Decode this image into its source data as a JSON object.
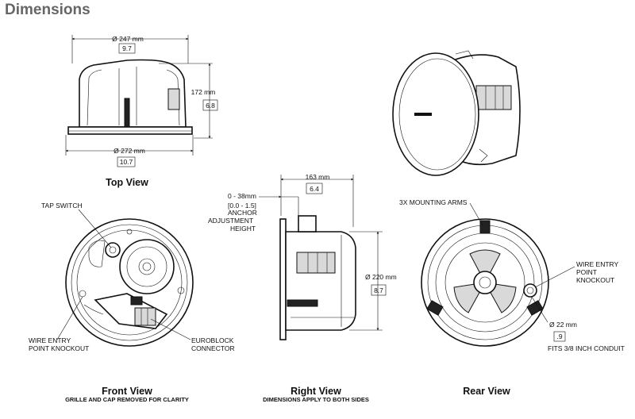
{
  "title": "Dimensions",
  "views": {
    "top": {
      "title": "Top View",
      "dim_top": "Ø 247 mm",
      "dim_top_in": "9.7",
      "dim_height": "172 mm",
      "dim_height_in": "6.8",
      "dim_bottom": "Ø 272 mm",
      "dim_bottom_in": "10.7"
    },
    "front": {
      "title": "Front View",
      "subtitle": "GRILLE AND CAP REMOVED FOR CLARITY",
      "label_tap_switch": "TAP SWITCH",
      "label_wire_entry_1": "WIRE ENTRY",
      "label_wire_entry_2": "POINT KNOCKOUT",
      "label_euroblock_1": "EUROBLOCK",
      "label_euroblock_2": "CONNECTOR"
    },
    "right": {
      "title": "Right View",
      "subtitle": "DIMENSIONS APPLY TO BOTH SIDES",
      "dim_depth": "163 mm",
      "dim_depth_in": "6.4",
      "anchor_mm": "0 - 38mm",
      "anchor_in": "[0.0 - 1.5]",
      "anchor_l1": "ANCHOR",
      "anchor_l2": "ADJUSTMENT",
      "anchor_l3": "HEIGHT",
      "dim_dia": "Ø 220 mm",
      "dim_dia_in": "8.7"
    },
    "rear": {
      "title": "Rear View",
      "label_mounting_arms": "3X MOUNTING ARMS",
      "label_wire_1": "WIRE ENTRY",
      "label_wire_2": "POINT",
      "label_wire_3": "KNOCKOUT",
      "dim_knockout": "Ø 22 mm",
      "dim_knockout_in": ".9",
      "label_conduit": "FITS 3/8 INCH CONDUIT"
    }
  }
}
